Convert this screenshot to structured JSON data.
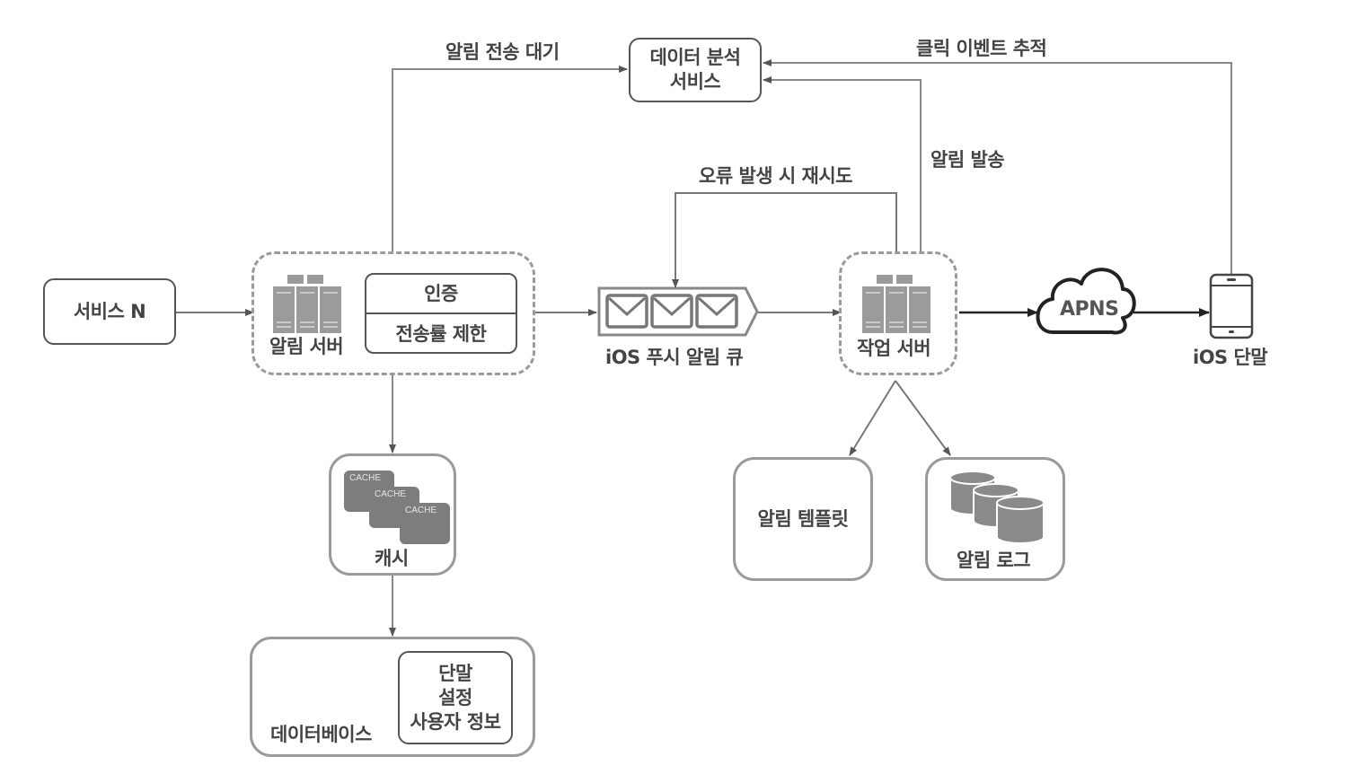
{
  "diagram": {
    "type": "architecture",
    "nodes": {
      "service_n": {
        "label": "서비스 N"
      },
      "notification_server": {
        "label": "알림 서버",
        "modules": [
          "인증",
          "전송률 제한"
        ]
      },
      "ios_push_queue": {
        "label": "iOS 푸시 알림 큐"
      },
      "worker_server": {
        "label": "작업 서버"
      },
      "apns": {
        "label": "APNS"
      },
      "ios_device": {
        "label": "iOS 단말"
      },
      "analytics_service": {
        "label_line1": "데이터 분석",
        "label_line2": "서비스"
      },
      "cache": {
        "label": "캐시",
        "tiles": [
          "CACHE",
          "CACHE",
          "CACHE"
        ]
      },
      "database": {
        "label": "데이터베이스",
        "contents": [
          "단말",
          "설정",
          "사용자 정보"
        ]
      },
      "notification_template": {
        "label": "알림 템플릿"
      },
      "notification_log": {
        "label": "알림 로그"
      }
    },
    "edge_labels": {
      "pending": "알림 전송 대기",
      "click_tracking": "클릭 이벤트 추적",
      "retry_on_error": "오류 발생 시 재시도",
      "sent": "알림 발송"
    },
    "edges": [
      {
        "from": "service_n",
        "to": "notification_server"
      },
      {
        "from": "notification_server",
        "to": "ios_push_queue"
      },
      {
        "from": "ios_push_queue",
        "to": "worker_server"
      },
      {
        "from": "worker_server",
        "to": "apns"
      },
      {
        "from": "apns",
        "to": "ios_device"
      },
      {
        "from": "notification_server",
        "to": "analytics_service",
        "label": "알림 전송 대기"
      },
      {
        "from": "worker_server",
        "to": "analytics_service",
        "label": "알림 발송"
      },
      {
        "from": "ios_device",
        "to": "analytics_service",
        "label": "클릭 이벤트 추적"
      },
      {
        "from": "worker_server",
        "to": "ios_push_queue",
        "label": "오류 발생 시 재시도"
      },
      {
        "from": "notification_server",
        "to": "cache"
      },
      {
        "from": "cache",
        "to": "database"
      },
      {
        "from": "worker_server",
        "to": "notification_template"
      },
      {
        "from": "worker_server",
        "to": "notification_log"
      }
    ]
  }
}
